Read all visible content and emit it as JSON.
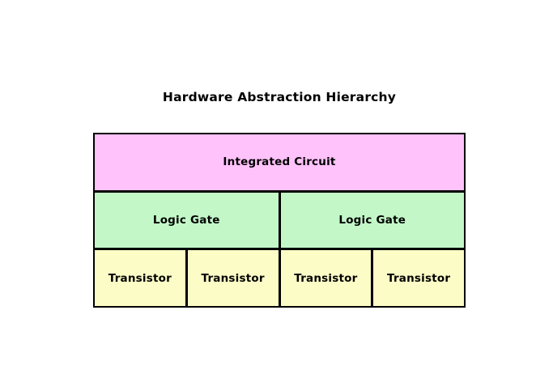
{
  "title": "Hardware Abstraction Hierarchy",
  "hierarchy": {
    "levels": [
      {
        "name": "integrated-circuit-level",
        "cells": [
          "Integrated Circuit"
        ]
      },
      {
        "name": "logic-gate-level",
        "cells": [
          "Logic Gate",
          "Logic Gate"
        ]
      },
      {
        "name": "transistor-level",
        "cells": [
          "Transistor",
          "Transistor",
          "Transistor",
          "Transistor"
        ]
      }
    ]
  },
  "colors": {
    "integrated_circuit_fill": "#ffc2fa",
    "logic_gate_fill": "#c3f7c8",
    "transistor_fill": "#fcfcc6",
    "border": "#000000",
    "text": "#000000",
    "background": "#ffffff"
  }
}
